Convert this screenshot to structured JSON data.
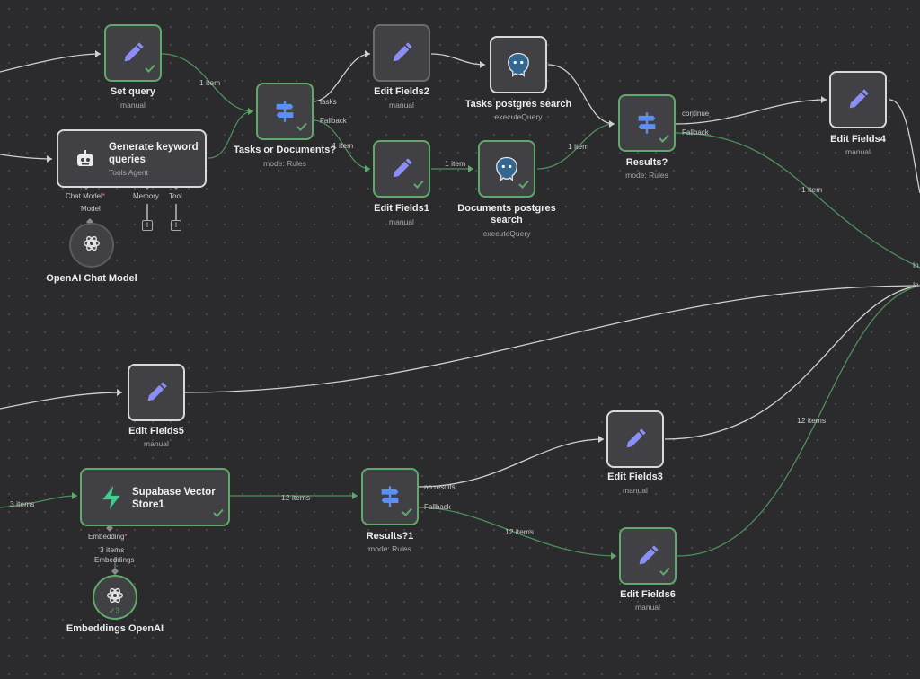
{
  "colors": {
    "background": "#2b2b2d",
    "node": "#414145",
    "success": "#5faa6a",
    "edge": "#d0d0d0",
    "edge_success": "#4e8f5c",
    "pencil": "#8b8ff5",
    "switch": "#5b8ff0"
  },
  "nodes": {
    "set_query": {
      "title": "Set query",
      "sub": "manual",
      "icon": "pencil-icon"
    },
    "generate": {
      "title": "Generate keyword queries",
      "sub": "Tools Agent",
      "icon": "robot-icon"
    },
    "tasks_or_docs": {
      "title": "Tasks or Documents?",
      "sub": "mode: Rules",
      "icon": "switch-icon"
    },
    "edit2": {
      "title": "Edit Fields2",
      "sub": "manual",
      "icon": "pencil-icon"
    },
    "edit1": {
      "title": "Edit Fields1",
      "sub": "manual",
      "icon": "pencil-icon"
    },
    "tasks_pg": {
      "title": "Tasks postgres search",
      "sub": "executeQuery",
      "icon": "postgres-icon"
    },
    "docs_pg": {
      "title": "Documents postgres search",
      "sub": "executeQuery",
      "icon": "postgres-icon"
    },
    "results": {
      "title": "Results?",
      "sub": "mode: Rules",
      "icon": "switch-icon"
    },
    "edit4": {
      "title": "Edit Fields4",
      "sub": "manual",
      "icon": "pencil-icon"
    },
    "edit5": {
      "title": "Edit Fields5",
      "sub": "manual",
      "icon": "pencil-icon"
    },
    "supabase": {
      "title": "Supabase Vector Store1",
      "icon": "supabase-icon"
    },
    "results1": {
      "title": "Results?1",
      "sub": "mode: Rules",
      "icon": "switch-icon"
    },
    "edit3": {
      "title": "Edit Fields3",
      "sub": "manual",
      "icon": "pencil-icon"
    },
    "edit6": {
      "title": "Edit Fields6",
      "sub": "manual",
      "icon": "pencil-icon"
    },
    "openai_chat": {
      "title": "OpenAI Chat Model",
      "icon": "openai-icon"
    },
    "embeddings": {
      "title": "Embeddings OpenAI",
      "icon": "openai-icon",
      "badge": "3"
    }
  },
  "ports": {
    "chat_model": "Chat Model",
    "chat_model_req": "*",
    "chat_model_sub": "Model",
    "memory": "Memory",
    "tool": "Tool",
    "tasks": "tasks",
    "fallback": "Fallback",
    "continue": "continue",
    "no_results": "no results",
    "embedding": "Embedding",
    "embedding_req": "*",
    "embeddings_sub": "Embeddings",
    "in_a": "In",
    "in_b": "In"
  },
  "edge_labels": {
    "setquery_to_switch": "1 item",
    "fallback_to_edit1": "1 item",
    "edit1_to_docs": "1 item",
    "docs_to_results": "1 item",
    "results_to_right": "1 item",
    "in_to_supabase": "3 items",
    "supabase_to_results1": "12 items",
    "fallback_to_edit6": "12 items",
    "edit6_to_right": "12 items",
    "embeddings_items": "3 items"
  }
}
